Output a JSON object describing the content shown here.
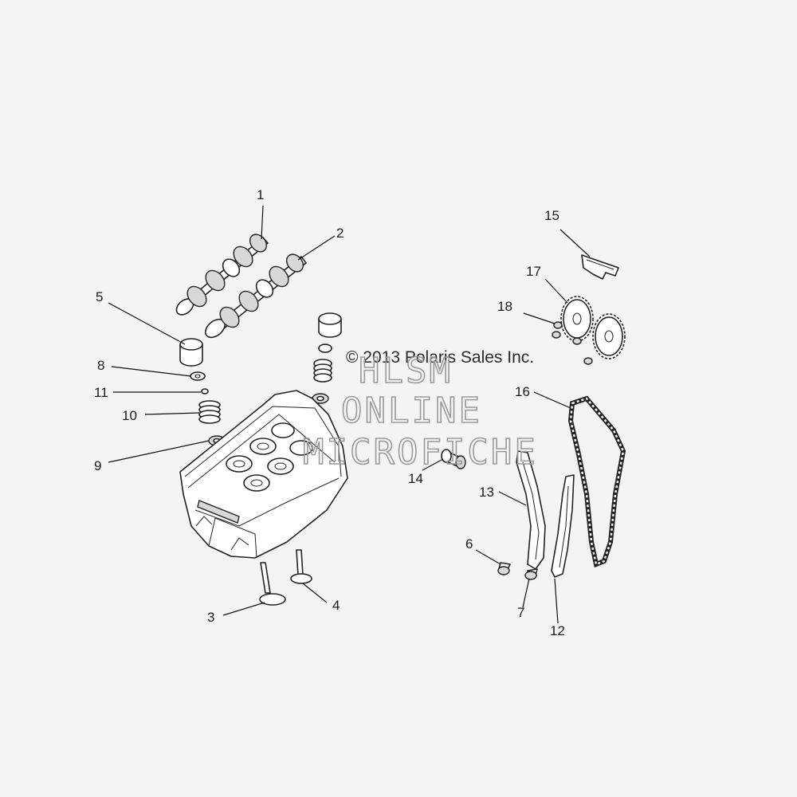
{
  "copyright": "© 2013 Polaris Sales Inc.",
  "watermark": {
    "line1": "HLSM",
    "line2": "ONLINE",
    "line3": "MICROFICHE"
  },
  "callouts": {
    "c1": "1",
    "c2": "2",
    "c3": "3",
    "c4": "4",
    "c5": "5",
    "c6": "6",
    "c7": "7",
    "c8": "8",
    "c9": "9",
    "c10": "10",
    "c11": "11",
    "c12": "12",
    "c13": "13",
    "c14": "14",
    "c15": "15",
    "c16": "16",
    "c17": "17",
    "c18": "18"
  },
  "colors": {
    "background": "#f4f4f4",
    "line": "#222222",
    "watermark": "#9a9a9a"
  }
}
